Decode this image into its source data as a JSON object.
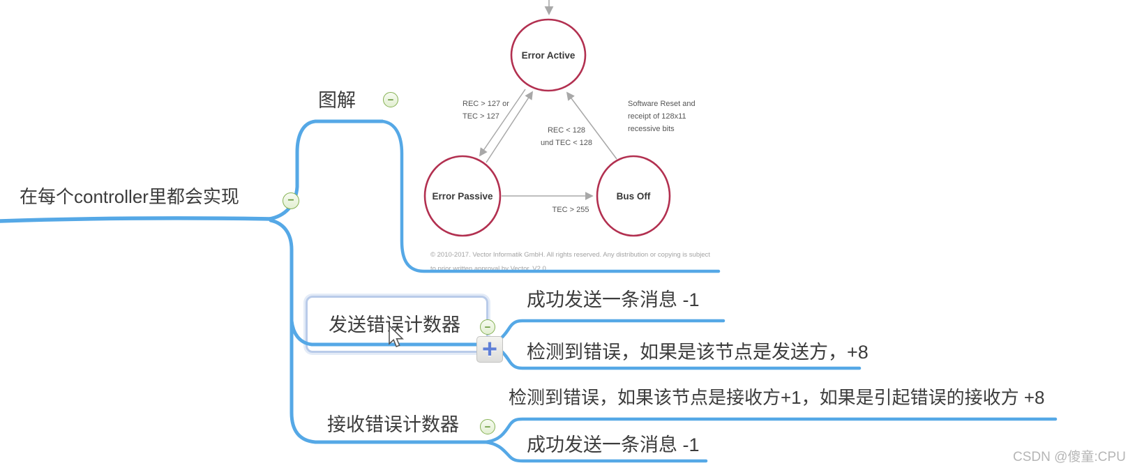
{
  "glyphs": {
    "collapse": "−",
    "add": "+"
  },
  "map": {
    "root": {
      "label": "在每个controller里都会实现"
    },
    "branches": [
      {
        "label": "图解"
      },
      {
        "label": "发送错误计数器",
        "children": [
          "成功发送一条消息 -1",
          "检测到错误，如果是该节点是发送方，+8"
        ]
      },
      {
        "label": "接收错误计数器",
        "children": [
          "检测到错误，如果该节点是接收方+1，如果是引起错误的接收方 +8",
          "成功发送一条消息 -1"
        ]
      }
    ]
  },
  "diagram": {
    "states": [
      "Error Active",
      "Error Passive",
      "Bus Off"
    ],
    "transitions": {
      "active_to_passive": [
        "REC > 127 or",
        "TEC > 127"
      ],
      "passive_to_active": [
        "REC < 128",
        "und TEC < 128"
      ],
      "busoff_to_active": [
        "Software Reset and",
        "receipt of 128x11",
        "recessive bits"
      ],
      "passive_to_busoff": "TEC > 255"
    },
    "copyright": [
      "© 2010-2017. Vector Informatik GmbH. All rights reserved. Any distribution or copying is subject",
      "to prior written approval by Vector. V2.0"
    ]
  },
  "watermark": "CSDN @傻童:CPU",
  "colors": {
    "branch": "#55a8e6",
    "state_stroke": "#b23050",
    "arrow": "#a8a8a8",
    "select_border": "#b9cbe9"
  }
}
